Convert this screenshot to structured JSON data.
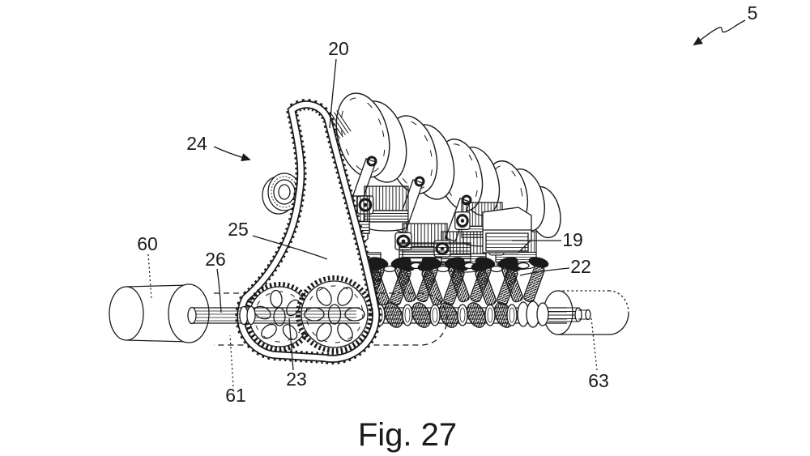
{
  "figure": {
    "caption": "Fig. 27",
    "labels": {
      "5": "5",
      "19": "19",
      "20": "20",
      "22": "22",
      "23": "23",
      "24": "24",
      "25": "25",
      "26": "26",
      "60": "60",
      "61": "61",
      "63": "63"
    }
  },
  "colors": {
    "ink": "#1a1a1a",
    "paper": "#ffffff"
  }
}
